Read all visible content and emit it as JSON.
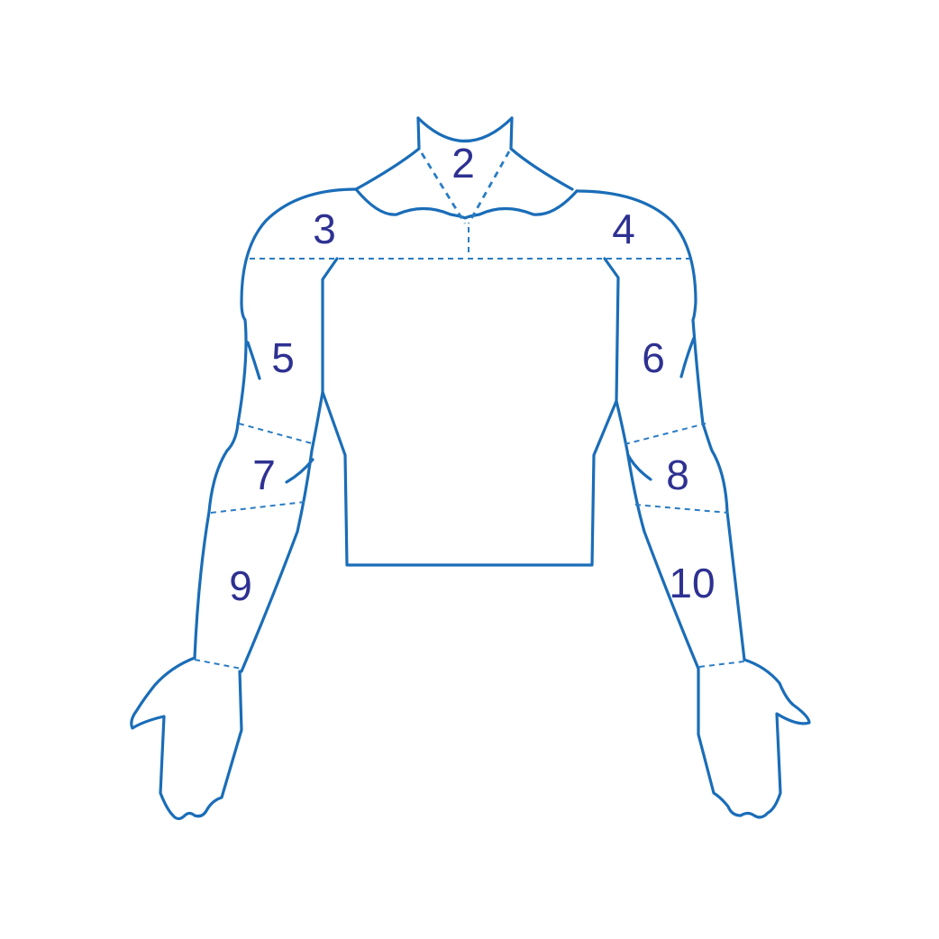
{
  "diagram": {
    "zones": [
      {
        "id": "neck",
        "label": "2"
      },
      {
        "id": "left-shoulder",
        "label": "3"
      },
      {
        "id": "right-shoulder",
        "label": "4"
      },
      {
        "id": "left-upper-arm",
        "label": "5"
      },
      {
        "id": "right-upper-arm",
        "label": "6"
      },
      {
        "id": "left-elbow",
        "label": "7"
      },
      {
        "id": "right-elbow",
        "label": "8"
      },
      {
        "id": "left-forearm",
        "label": "9"
      },
      {
        "id": "right-forearm",
        "label": "10"
      }
    ],
    "colors": {
      "outline": "#1a6db8",
      "divider": "#2a7cc4",
      "label": "#2e3191",
      "background": "#ffffff"
    }
  }
}
